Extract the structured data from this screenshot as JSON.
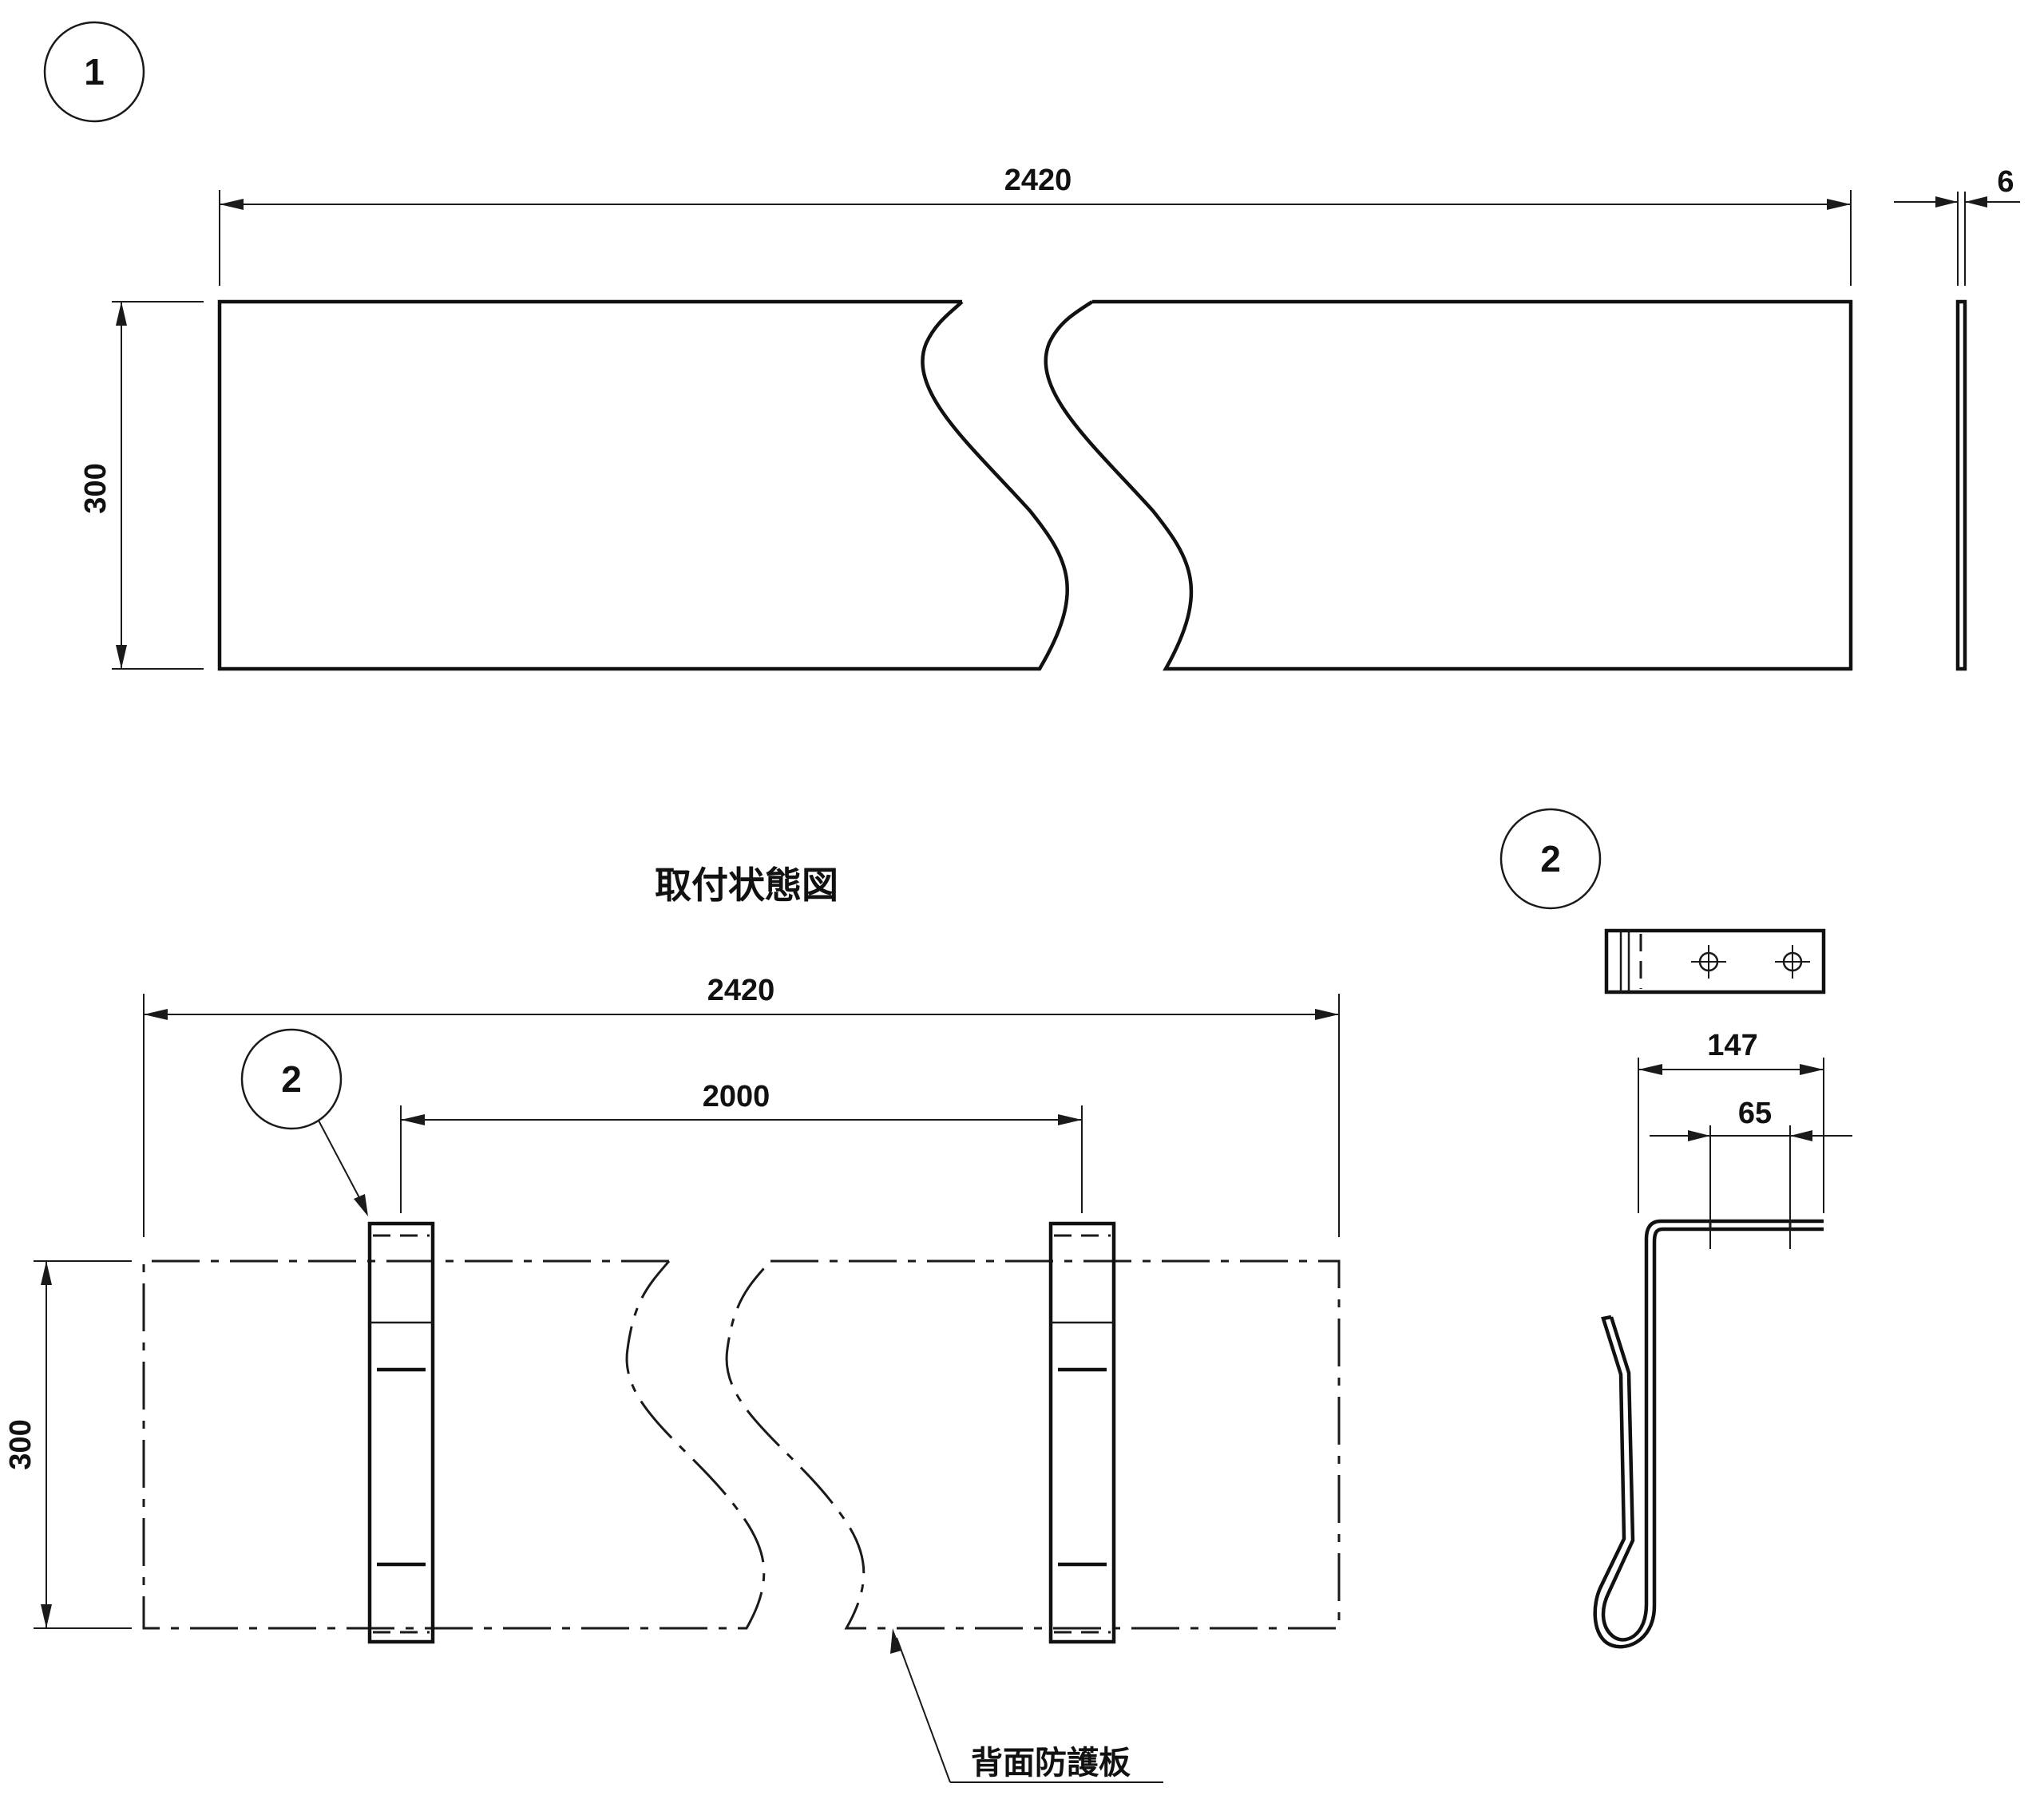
{
  "part1": {
    "callout": "1",
    "dim_length": "2420",
    "dim_height": "300",
    "dim_thickness": "6"
  },
  "assembly": {
    "title": "取付状態図",
    "dim_length": "2420",
    "dim_spacing": "2000",
    "dim_height": "300",
    "callout": "2",
    "leader_label": "背面防護板"
  },
  "part2": {
    "callout": "2",
    "dim_overall": "147",
    "dim_hole_pitch": "65"
  }
}
